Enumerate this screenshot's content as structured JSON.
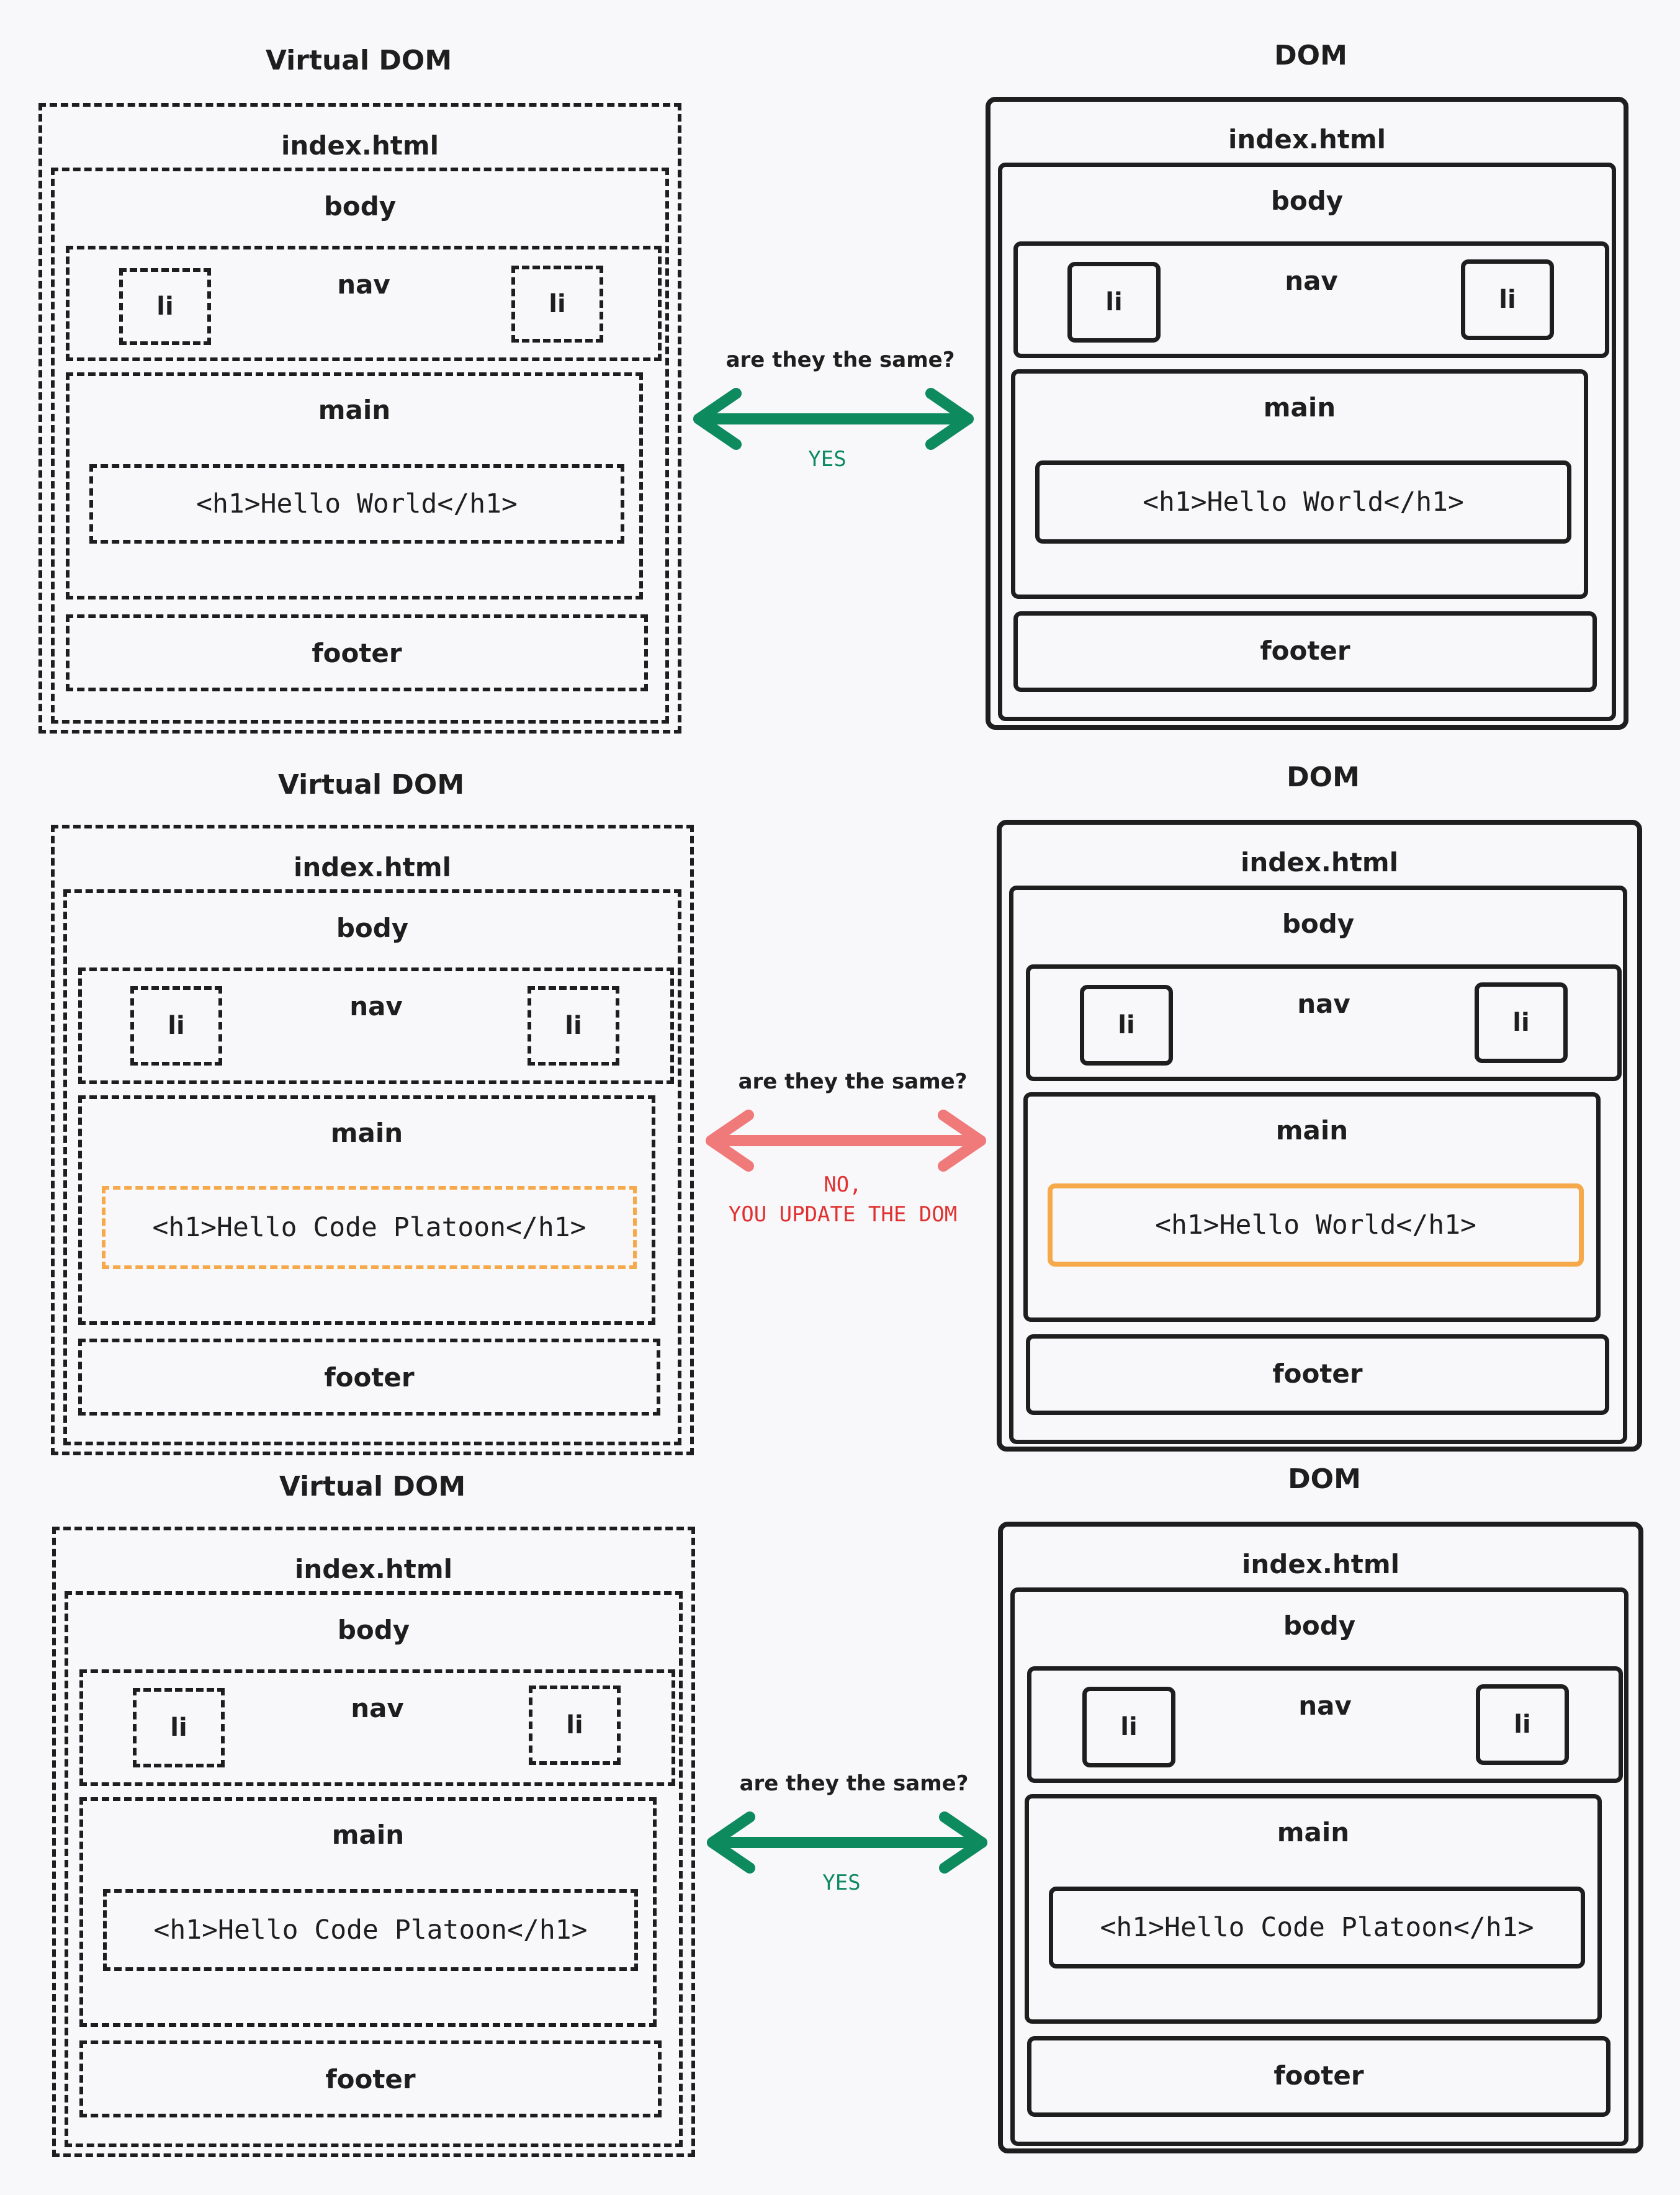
{
  "colors": {
    "ink": "#1e1e1e",
    "match": "#0e8a5f",
    "mismatch": "#f07a7a",
    "mismatch_text": "#e03131",
    "changed_outline": "#f5a94a",
    "background": "#f8f8fa"
  },
  "labels": {
    "virtual_dom": "Virtual DOM",
    "dom": "DOM",
    "file": "index.html",
    "body": "body",
    "nav": "nav",
    "li": "li",
    "main": "main",
    "footer": "footer",
    "question": "are they the same?"
  },
  "comparisons": [
    {
      "virtual_h1": "<h1>Hello World</h1>",
      "dom_h1": "<h1>Hello World</h1>",
      "answer_line1": "YES",
      "answer_line2": ""
    },
    {
      "virtual_h1": "<h1>Hello Code Platoon</h1>",
      "dom_h1": "<h1>Hello World</h1>",
      "answer_line1": "NO,",
      "answer_line2": "YOU UPDATE THE DOM"
    },
    {
      "virtual_h1": "<h1>Hello Code Platoon</h1>",
      "dom_h1": "<h1>Hello Code Platoon</h1>",
      "answer_line1": "YES",
      "answer_line2": ""
    }
  ]
}
